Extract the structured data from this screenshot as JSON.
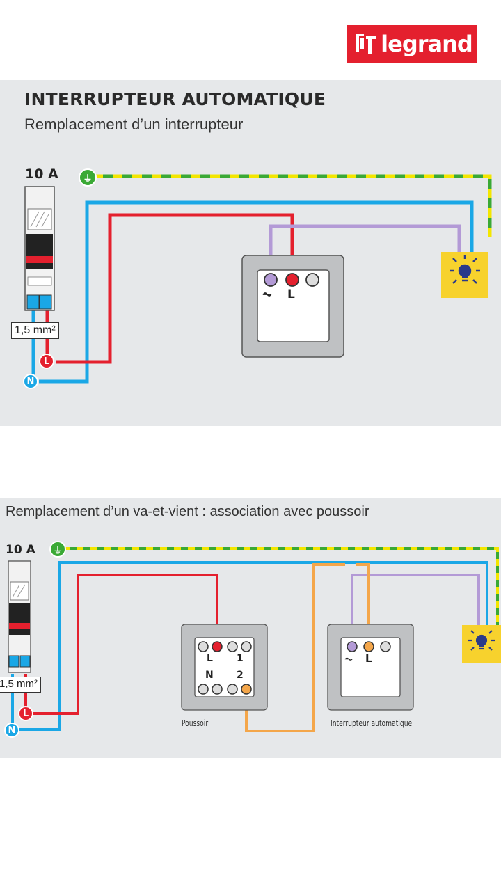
{
  "brand": {
    "name": "legrand",
    "color": "#e4202e"
  },
  "diagram1": {
    "title": "INTERRUPTEUR AUTOMATIQUE",
    "subtitle": "Remplacement d’un interrupteur",
    "breaker_rating": "10 A",
    "cable_section": "1,5 mm²",
    "line_label": "L",
    "neutral_label": "N",
    "switch_terminals": [
      "⏦",
      "L"
    ]
  },
  "diagram2": {
    "subtitle": "Remplacement d’un va-et-vient : association avec poussoir",
    "breaker_rating": "10 A",
    "cable_section": "1,5 mm²",
    "line_label": "L",
    "neutral_label": "N",
    "pushbutton_terminals": [
      "L",
      "1",
      "N",
      "2"
    ],
    "switch_terminals": [
      "⏦",
      "L"
    ],
    "pushbutton_caption": "Poussoir",
    "switch_caption": "Interrupteur automatique"
  },
  "wire_colors": {
    "phase": "#e4202e",
    "neutral": "#1aa7e6",
    "earth_green": "#3aa935",
    "earth_yellow": "#f3e600",
    "return": "#b39ad6",
    "link": "#f4a64a"
  },
  "lamp_color": "#f7d22d"
}
